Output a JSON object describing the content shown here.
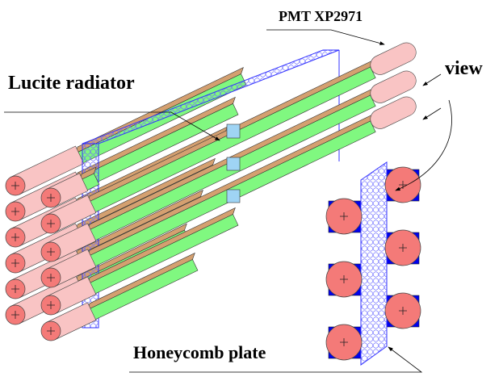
{
  "labels": {
    "pmt": "PMT XP2971",
    "radiator": "Lucite radiator",
    "view": "view",
    "honeycomb": "Honeycomb plate"
  },
  "colors": {
    "tube": "#f9c4c4",
    "tube_cap": "#f47a78",
    "radiator_face": "#80f880",
    "radiator_top": "#d4a070",
    "spacer": "#9fd4f4",
    "honeycomb": "#3333ff",
    "pmt_base": "#0000ee"
  }
}
